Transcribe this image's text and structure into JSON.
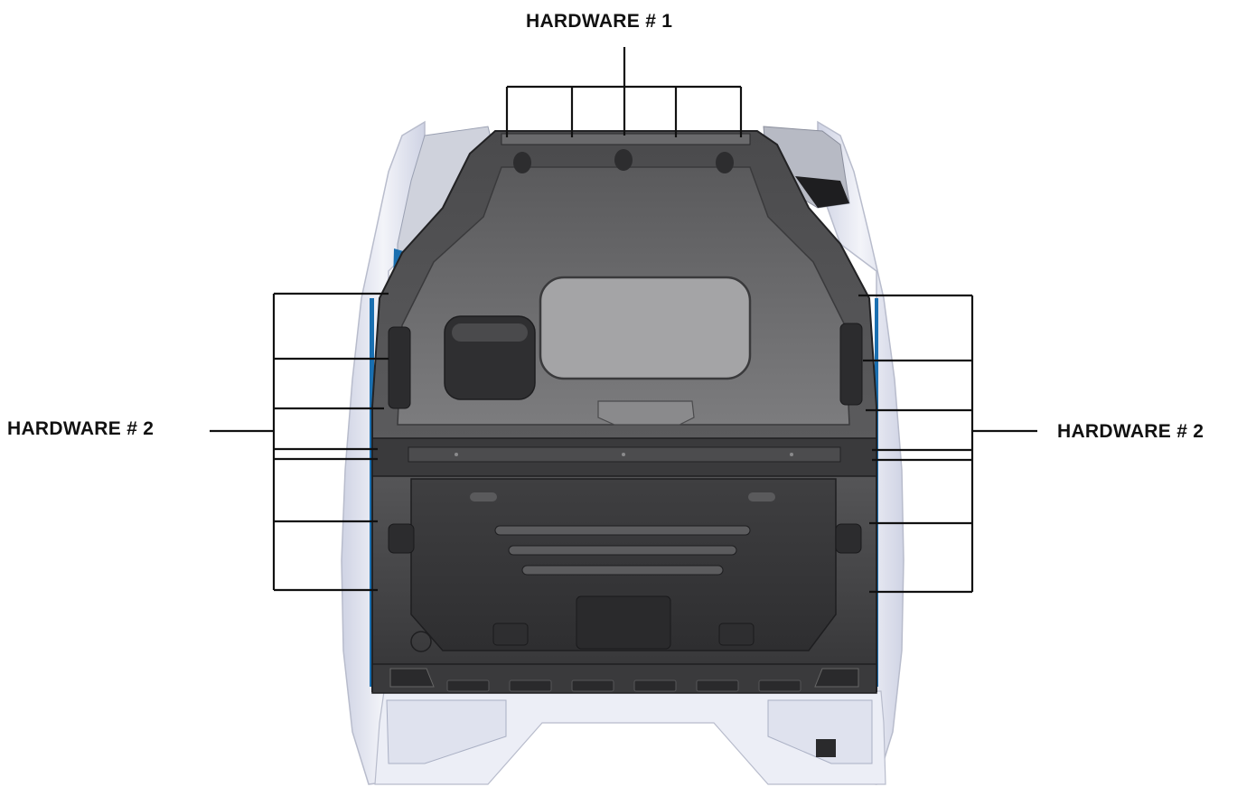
{
  "labels": {
    "top": "HARDWARE # 1",
    "left": "HARDWARE # 2",
    "right": "HARDWARE # 2"
  },
  "colors": {
    "partition_dark": "#3b3b3d",
    "partition_mid": "#6e6e70",
    "partition_light": "#9a9a9c",
    "window": "#a4a4a6",
    "van_body": "#e9ebf4",
    "van_shadow": "#b8bccc",
    "blue_edge": "#1a6fb0",
    "leader_line": "#111111"
  }
}
